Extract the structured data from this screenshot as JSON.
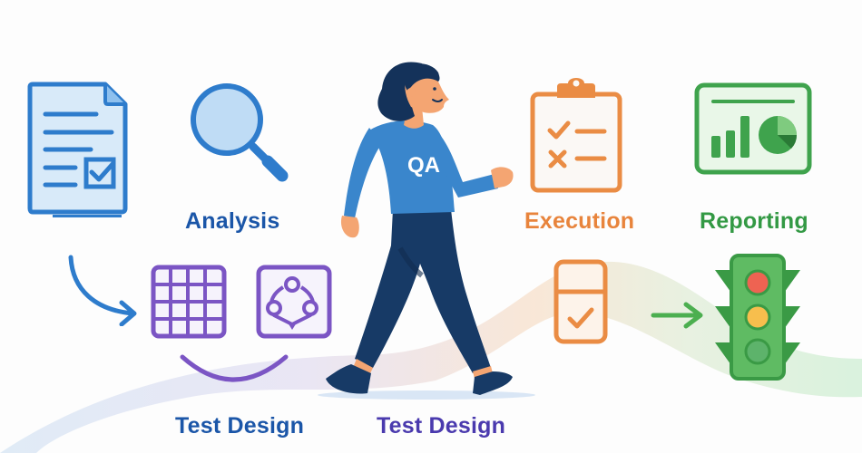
{
  "illustration": {
    "subject": "QA tester walking through software testing process",
    "character": {
      "shirt_text": "QA",
      "colors": {
        "hair": "#14325a",
        "skin": "#f4a572",
        "shirt": "#3a86cc",
        "pants": "#173a66",
        "shoes": "#173a66"
      }
    },
    "stages": [
      {
        "id": "requirements",
        "label": "",
        "icon": "document-checklist-icon",
        "color": "#2e7ccc",
        "fill": "#d8eaf9"
      },
      {
        "id": "analysis",
        "label": "Analysis",
        "icon": "magnifying-glass-icon",
        "color": "#2e7ccc",
        "fill": "#bfdcf5",
        "label_color": "#1b56a8"
      },
      {
        "id": "test-design-grid",
        "label": "Test Design",
        "icon": "grid-table-icon",
        "color": "#7b55c4",
        "label_color": "#1b56a8"
      },
      {
        "id": "test-design-graph",
        "label": "Test Design",
        "icon": "node-diagram-icon",
        "color": "#7b55c4",
        "label_color": "#4a3aae"
      },
      {
        "id": "execution",
        "label": "Execution",
        "icon": "clipboard-checklist-icon",
        "color": "#ea8c44",
        "label_color": "#e8843c"
      },
      {
        "id": "execution-result",
        "label": "",
        "icon": "test-pass-card-icon",
        "color": "#ea8c44",
        "fill": "#fdf3ea"
      },
      {
        "id": "reporting",
        "label": "Reporting",
        "icon": "report-dashboard-icon",
        "color": "#3fa34d",
        "fill": "#e9f7e8",
        "label_color": "#339944"
      },
      {
        "id": "release-gate",
        "label": "",
        "icon": "traffic-light-icon",
        "color": "#3a9a45",
        "lights": [
          "#ee6352",
          "#f7be4d",
          "#5db36b"
        ]
      }
    ],
    "labels": {
      "analysis": "Analysis",
      "test_design_1": "Test Design",
      "test_design_2": "Test Design",
      "execution": "Execution",
      "reporting": "Reporting"
    },
    "shirt_text": "QA",
    "background_wave": {
      "colors": [
        "#dbe8f5",
        "#e6e2f3",
        "#f8e3d0",
        "#d6f0d9"
      ]
    }
  }
}
